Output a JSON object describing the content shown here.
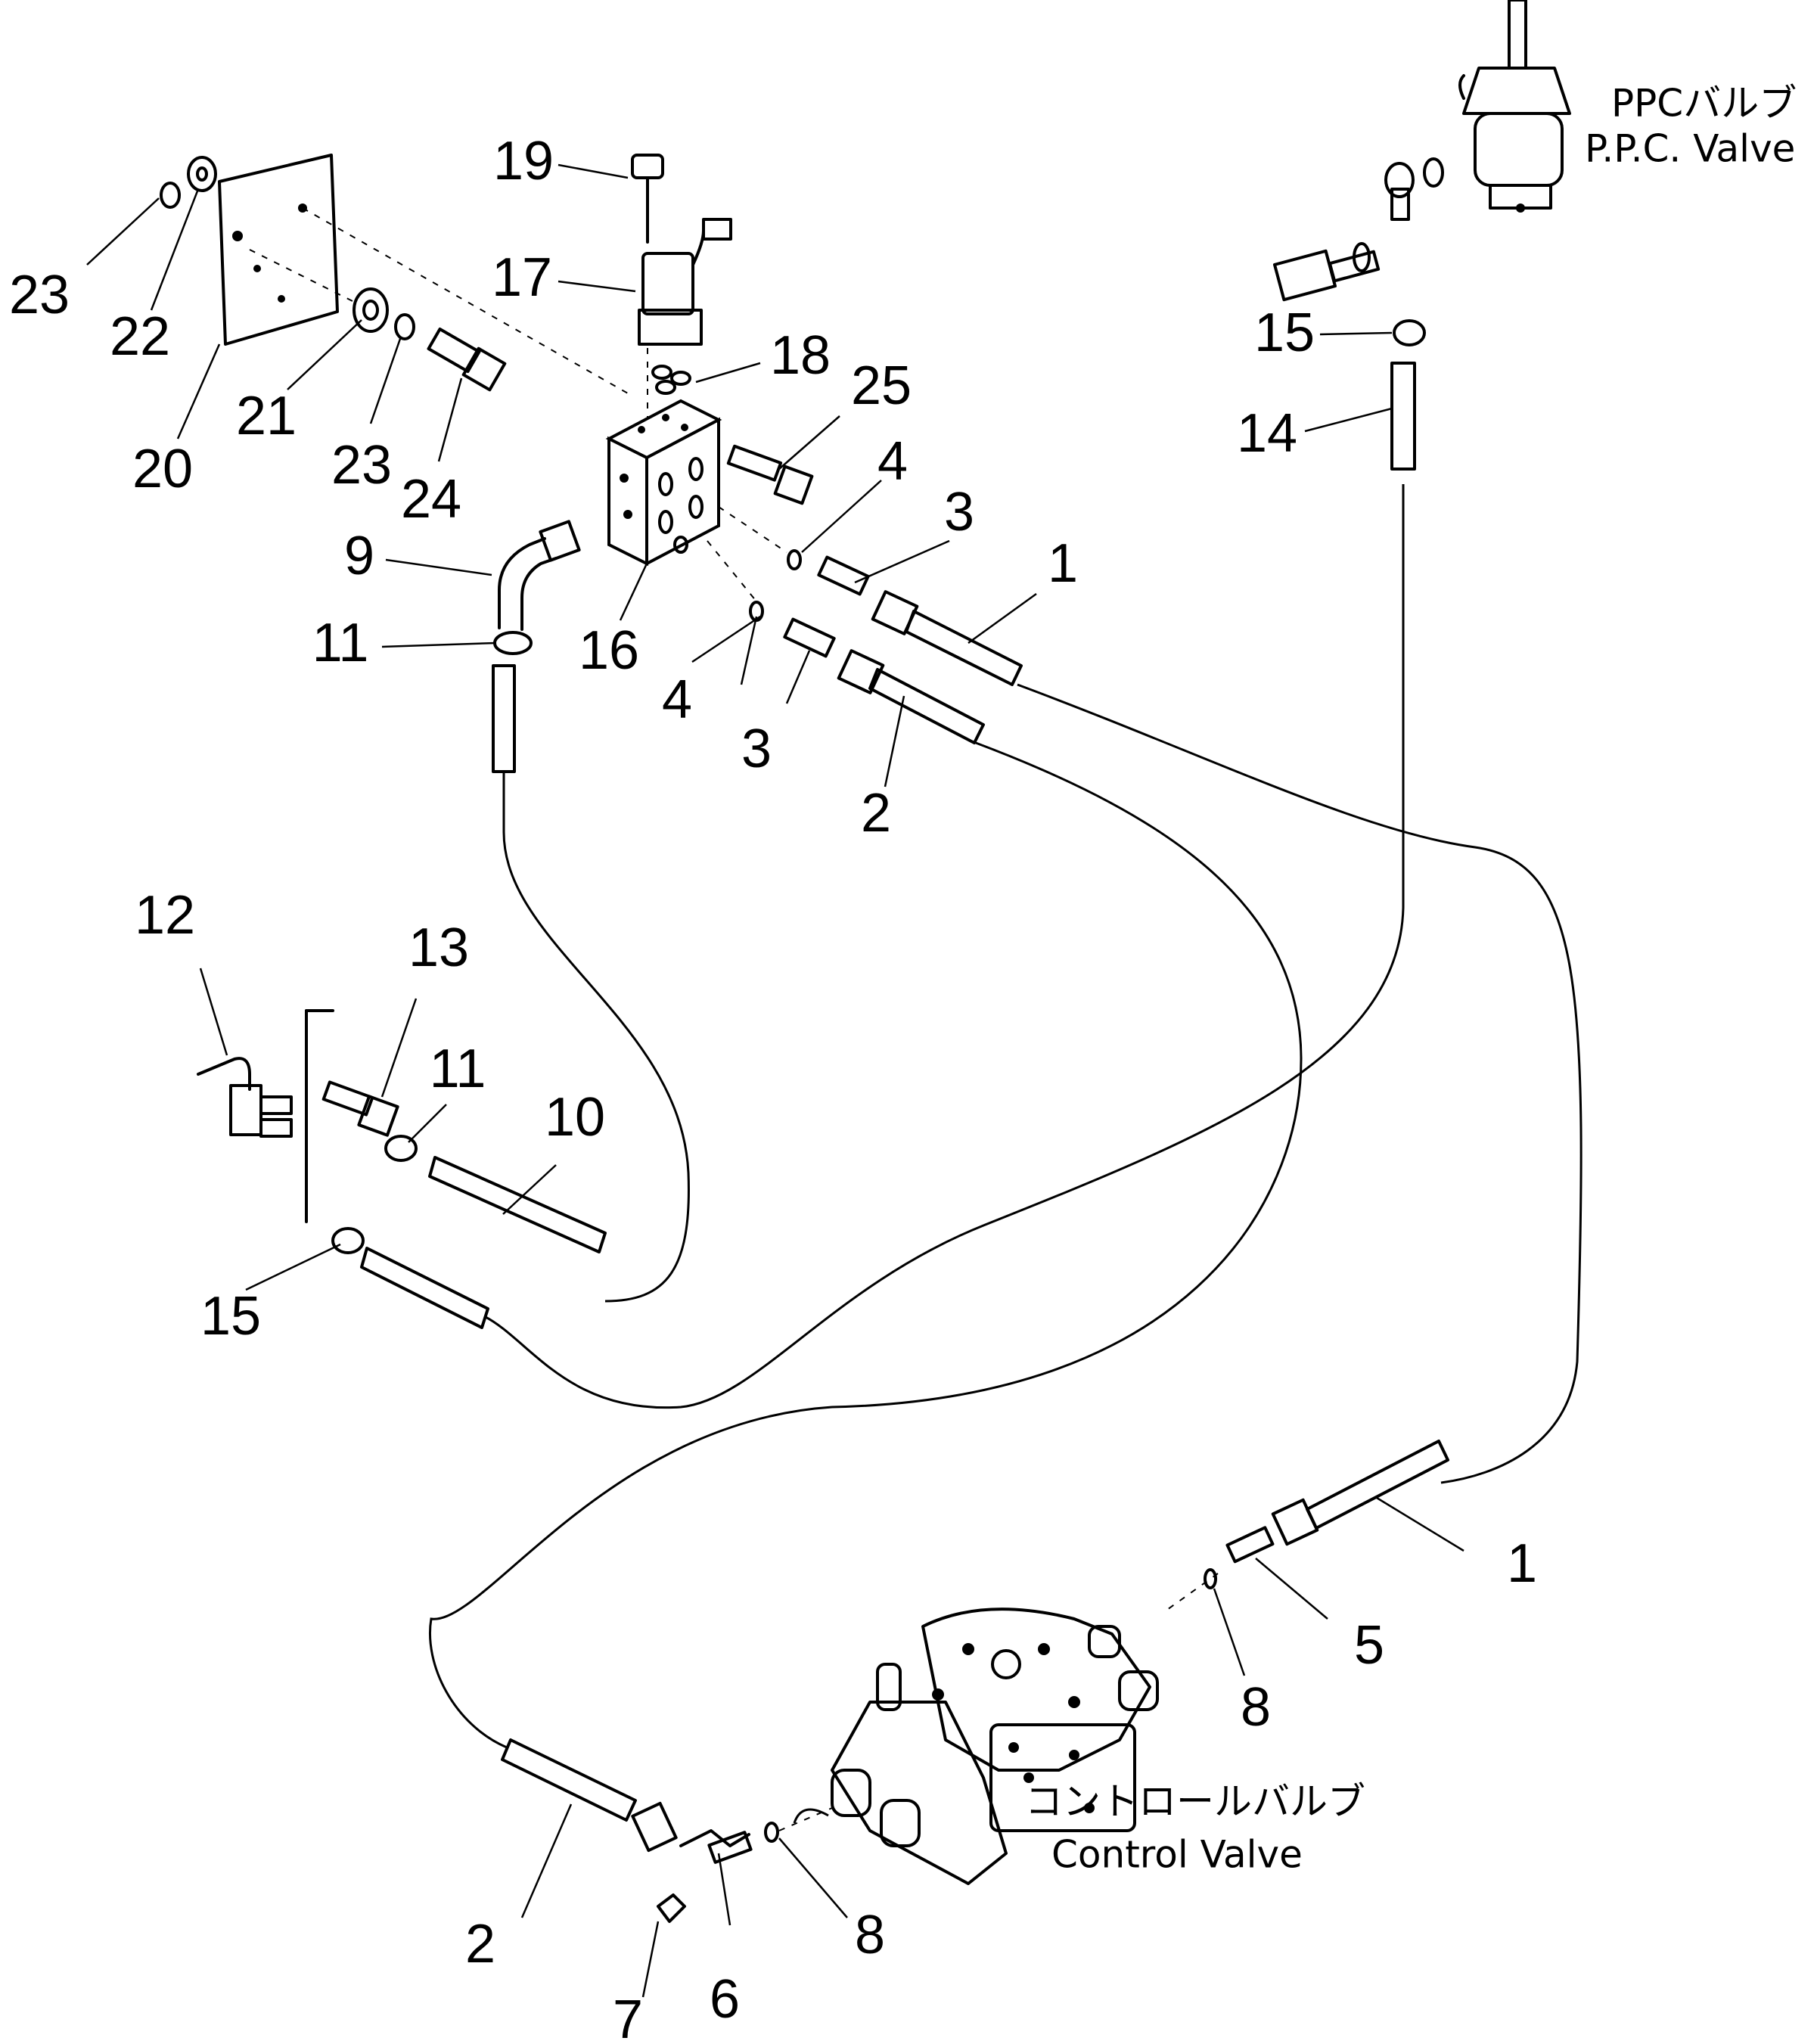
{
  "diagram": {
    "part_numbers": [
      "1",
      "2",
      "3",
      "4",
      "5",
      "6",
      "7",
      "8",
      "9",
      "10",
      "11",
      "12",
      "13",
      "14",
      "15",
      "16",
      "17",
      "18",
      "19",
      "20",
      "21",
      "22",
      "23",
      "24",
      "25"
    ],
    "components": {
      "ppc_valve_jp": "PPCバルブ",
      "ppc_valve_en": "P.P.C. Valve",
      "control_valve_jp": "コントロールバルブ",
      "control_valve_en": "Control Valve"
    }
  }
}
